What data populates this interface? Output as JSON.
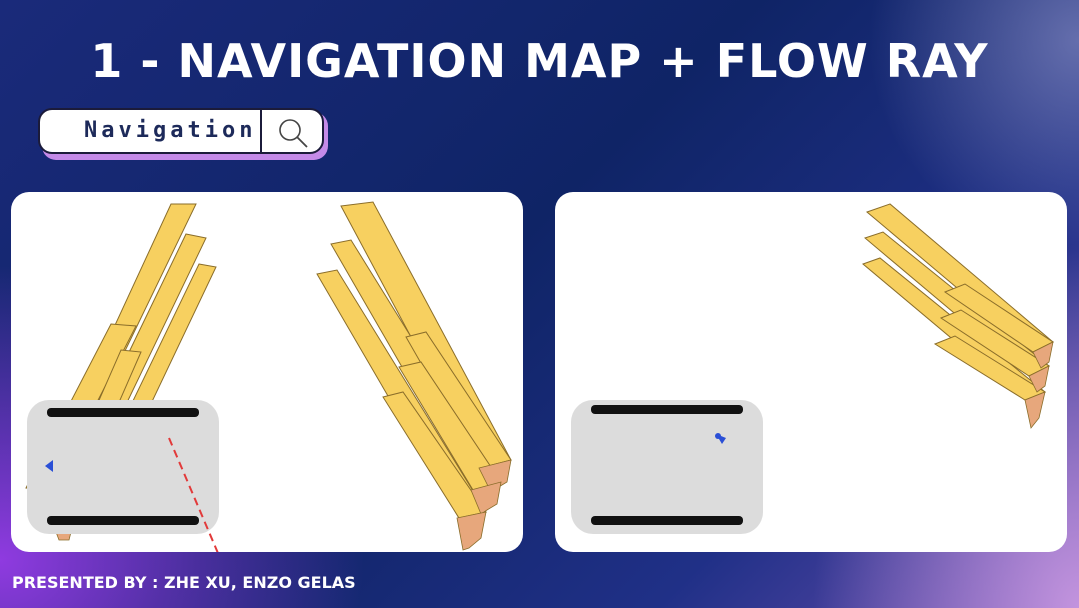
{
  "page": {
    "title": "1 - NAVIGATION MAP + FLOW RAY",
    "footer": "PRESENTED BY : ZHE XU, ENZO GELAS"
  },
  "search": {
    "label": "Navigation",
    "icon": "search-icon"
  },
  "panels": [
    {
      "name": "left-viewport",
      "contents": "shelf-models-with-minimap"
    },
    {
      "name": "right-viewport",
      "contents": "shelf-models-with-minimap"
    }
  ],
  "colors": {
    "shelf": "#f7d060",
    "shelf_edge": "#8a6d2a",
    "bracket": "#e7a77c",
    "minimap_bg": "#dcdcdc",
    "marker": "#2a4fd6",
    "flow_ray": "#e23a3a",
    "search_shadow": "#c48ae8"
  }
}
